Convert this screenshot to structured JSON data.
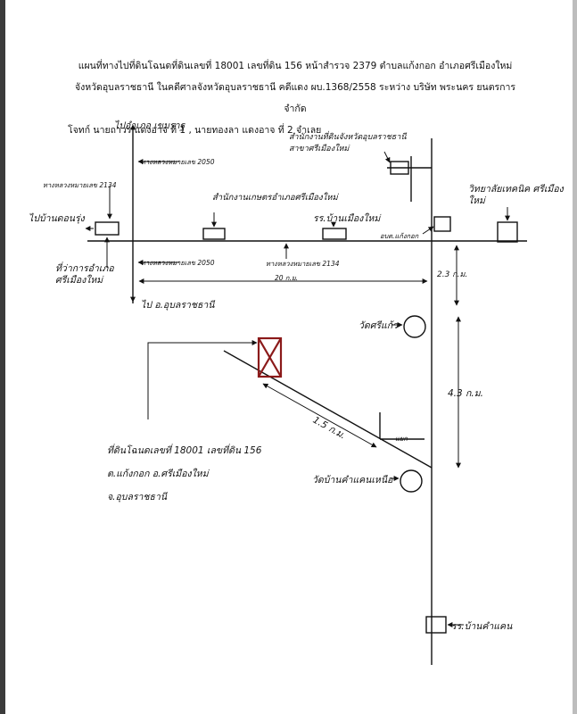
{
  "header": {
    "line1": "แผนที่ทางไปที่ดินโฉนดที่ดินเลขที่ 18001 เลขที่ดิน 156 หน้าสำรวจ 2379 ตำบลแก้งกอก อำเภอศรีเมืองใหม่",
    "line2": "จังหวัดอุบลราชธานี ในคดีศาลจังหวัดอุบลราชธานี คดีแดง ผบ.1368/2558 ระหว่าง บริษัท พระนคร ยนตรการ จำกัด",
    "line3": "โจทก์  นายถาวร แดงอาจ ที่ 1 , นายทองลา แดงอาจ ที่ 2 จำเลย"
  },
  "map_labels": {
    "to_khemarat": "ไปอำเภอ เขมราฐ",
    "road_2050_top": "ทางหลวงหมายเลข 2050",
    "road_2134_left": "ทางหลวงหมายเลข 2134",
    "to_ban_donrung": "ไปบ้านดอนรุ่ง",
    "land_office_branch": "สำนักงานที่ดินจังหวัดอุบลราชธานี สาขาศรีเมืองใหม่",
    "district_farm_office": "สำนักงานเกษตรอำเภอศรีเมืองใหม่",
    "school_near_junction": "รร.บ้านเมืองใหม่",
    "college": "วิทยาลัยเทคนิค ศรีเมืองใหม่",
    "sao_kaengkok": "อบต.แก้งกอก",
    "district_office": "ที่ว่าการอำเภอ ศรีเมืองใหม่",
    "road_2050_bottom": "ทางหลวงหมายเลข 2050",
    "road_2134_bottom": "ทางหลวงหมายเลข 2134",
    "dist_20m": "20 ก.ม.",
    "dist_2_3km": "2.3 ก.ม.",
    "to_ubon": "ไป อ.อุบลราชธานี",
    "wat_top": "วัดศรีแก้ว",
    "dist_4_3km": "4.3 ก.ม.",
    "dist_1_5km": "1.5 ก.ม.",
    "junction_mark": "แยก",
    "land_note_line1": "ที่ดินโฉนดเลขที่ 18001 เลขที่ดิน 156",
    "land_note_line2": "ต.แก้งกอก อ.ศรีเมืองใหม่",
    "land_note_line3": "จ.อุบลราชธานี",
    "wat_bottom": "วัดบ้านคำแคนเหนือ",
    "school_bottom": "รร.บ้านคำแคน"
  }
}
